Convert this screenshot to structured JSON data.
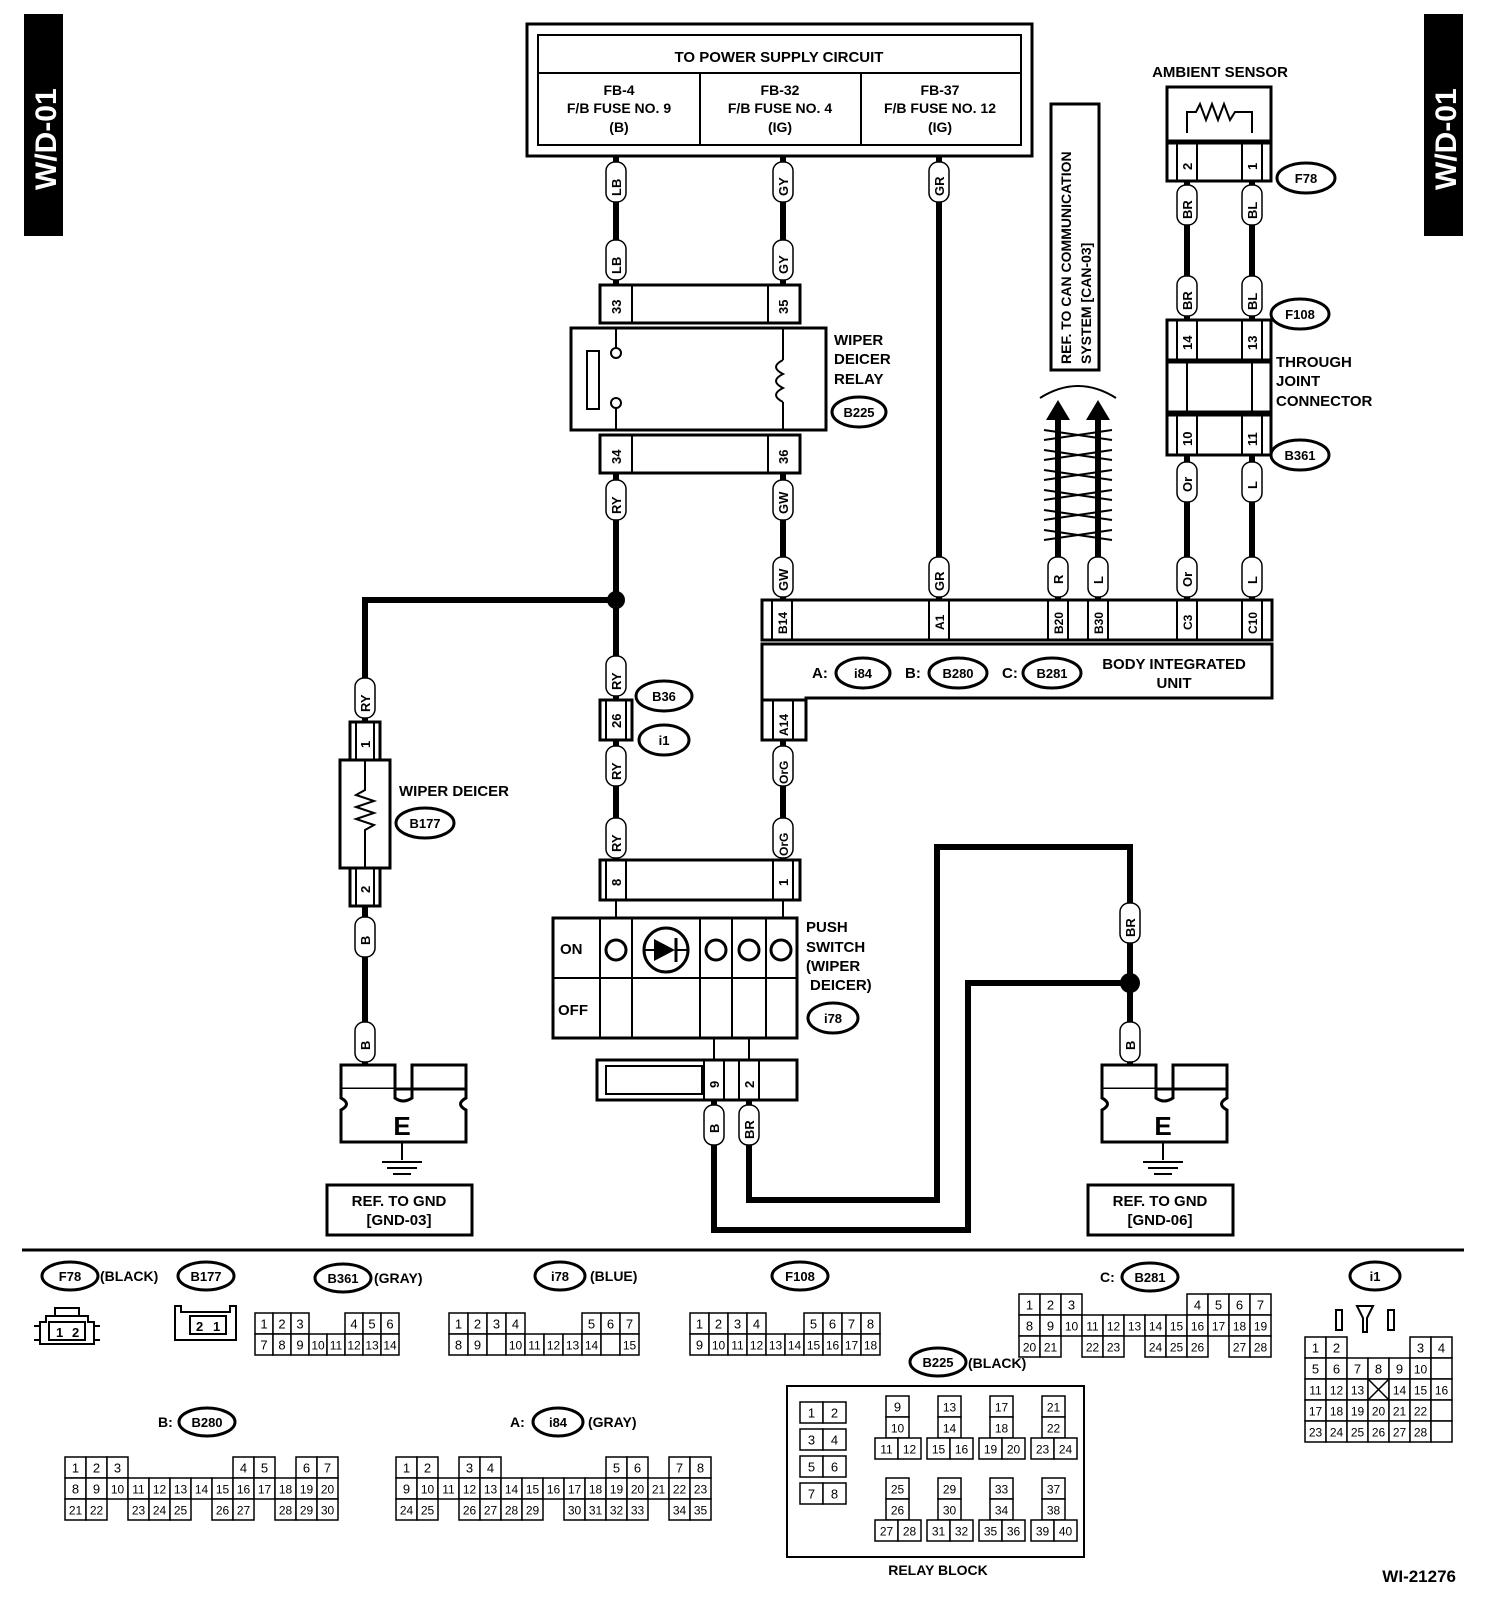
{
  "side_tag_left": "W/D-01",
  "side_tag_right": "W/D-01",
  "figure_id": "WI-21276",
  "power_supply": {
    "title": "TO POWER SUPPLY CIRCUIT",
    "c1": [
      "FB-4",
      "F/B FUSE NO. 9",
      "(B)"
    ],
    "c2": [
      "FB-32",
      "F/B FUSE NO. 4",
      "(IG)"
    ],
    "c3": [
      "FB-37",
      "F/B FUSE NO. 12",
      "(IG)"
    ]
  },
  "can_ref": [
    "REF. TO CAN COMMUNICATION",
    "SYSTEM [CAN-03]"
  ],
  "ambient": {
    "title": "AMBIENT SENSOR",
    "pin_a": "2",
    "pin_b": "1",
    "conn": "F78"
  },
  "through": {
    "l1": "THROUGH",
    "l2": "JOINT",
    "l3": "CONNECTOR",
    "conn_top": "F108",
    "conn_bot": "B361",
    "p_top_a": "14",
    "p_top_b": "13",
    "p_bot_a": "10",
    "p_bot_b": "11"
  },
  "relay": {
    "l1": "WIPER",
    "l2": "DEICER",
    "l3": "RELAY",
    "conn": "B225",
    "p1": "33",
    "p2": "35",
    "p3": "34",
    "p4": "36"
  },
  "biu": {
    "l1": "BODY INTEGRATED",
    "l2": "UNIT",
    "a": "A:",
    "a_conn": "i84",
    "b": "B:",
    "b_conn": "B280",
    "c": "C:",
    "c_conn": "B281",
    "pins": [
      "B14",
      "A1",
      "B20",
      "B30",
      "C3",
      "C10"
    ],
    "a14": "A14"
  },
  "deicer": {
    "l1": "WIPER DEICER",
    "conn": "B177",
    "p1": "1",
    "p2": "2"
  },
  "joint": {
    "c1": "B36",
    "c2": "i1",
    "pin": "26"
  },
  "push": {
    "l1": "PUSH",
    "l2": "SWITCH",
    "l3": "(WIPER",
    "l4": "DEICER)",
    "conn": "i78",
    "on": "ON",
    "off": "OFF",
    "p8": "8",
    "p1": "1",
    "p9": "9",
    "p2": "2"
  },
  "wires": {
    "LB": "LB",
    "GY": "GY",
    "GR": "GR",
    "RY": "RY",
    "GW": "GW",
    "R": "R",
    "L": "L",
    "Or": "Or",
    "BR": "BR",
    "BL": "BL",
    "B": "B",
    "OrG": "OrG"
  },
  "gnd_left": {
    "e": "E",
    "l1": "REF. TO GND",
    "l2": "[GND-03]"
  },
  "gnd_right": {
    "e": "E",
    "l1": "REF. TO GND",
    "l2": "[GND-06]"
  },
  "legend": {
    "f78": {
      "id": "F78",
      "note": "(BLACK)"
    },
    "b177": {
      "id": "B177"
    },
    "b361": {
      "id": "B361",
      "note": "(GRAY)"
    },
    "i78": {
      "id": "i78",
      "note": "(BLUE)"
    },
    "f108": {
      "id": "F108"
    },
    "b281": {
      "prefix": "C:",
      "id": "B281"
    },
    "i1": {
      "id": "i1"
    },
    "b225": {
      "id": "B225",
      "note": "(BLACK)",
      "caption": "RELAY BLOCK"
    },
    "b280": {
      "prefix": "B:",
      "id": "B280"
    },
    "i84": {
      "prefix": "A:",
      "id": "i84",
      "note": "(GRAY)"
    }
  }
}
